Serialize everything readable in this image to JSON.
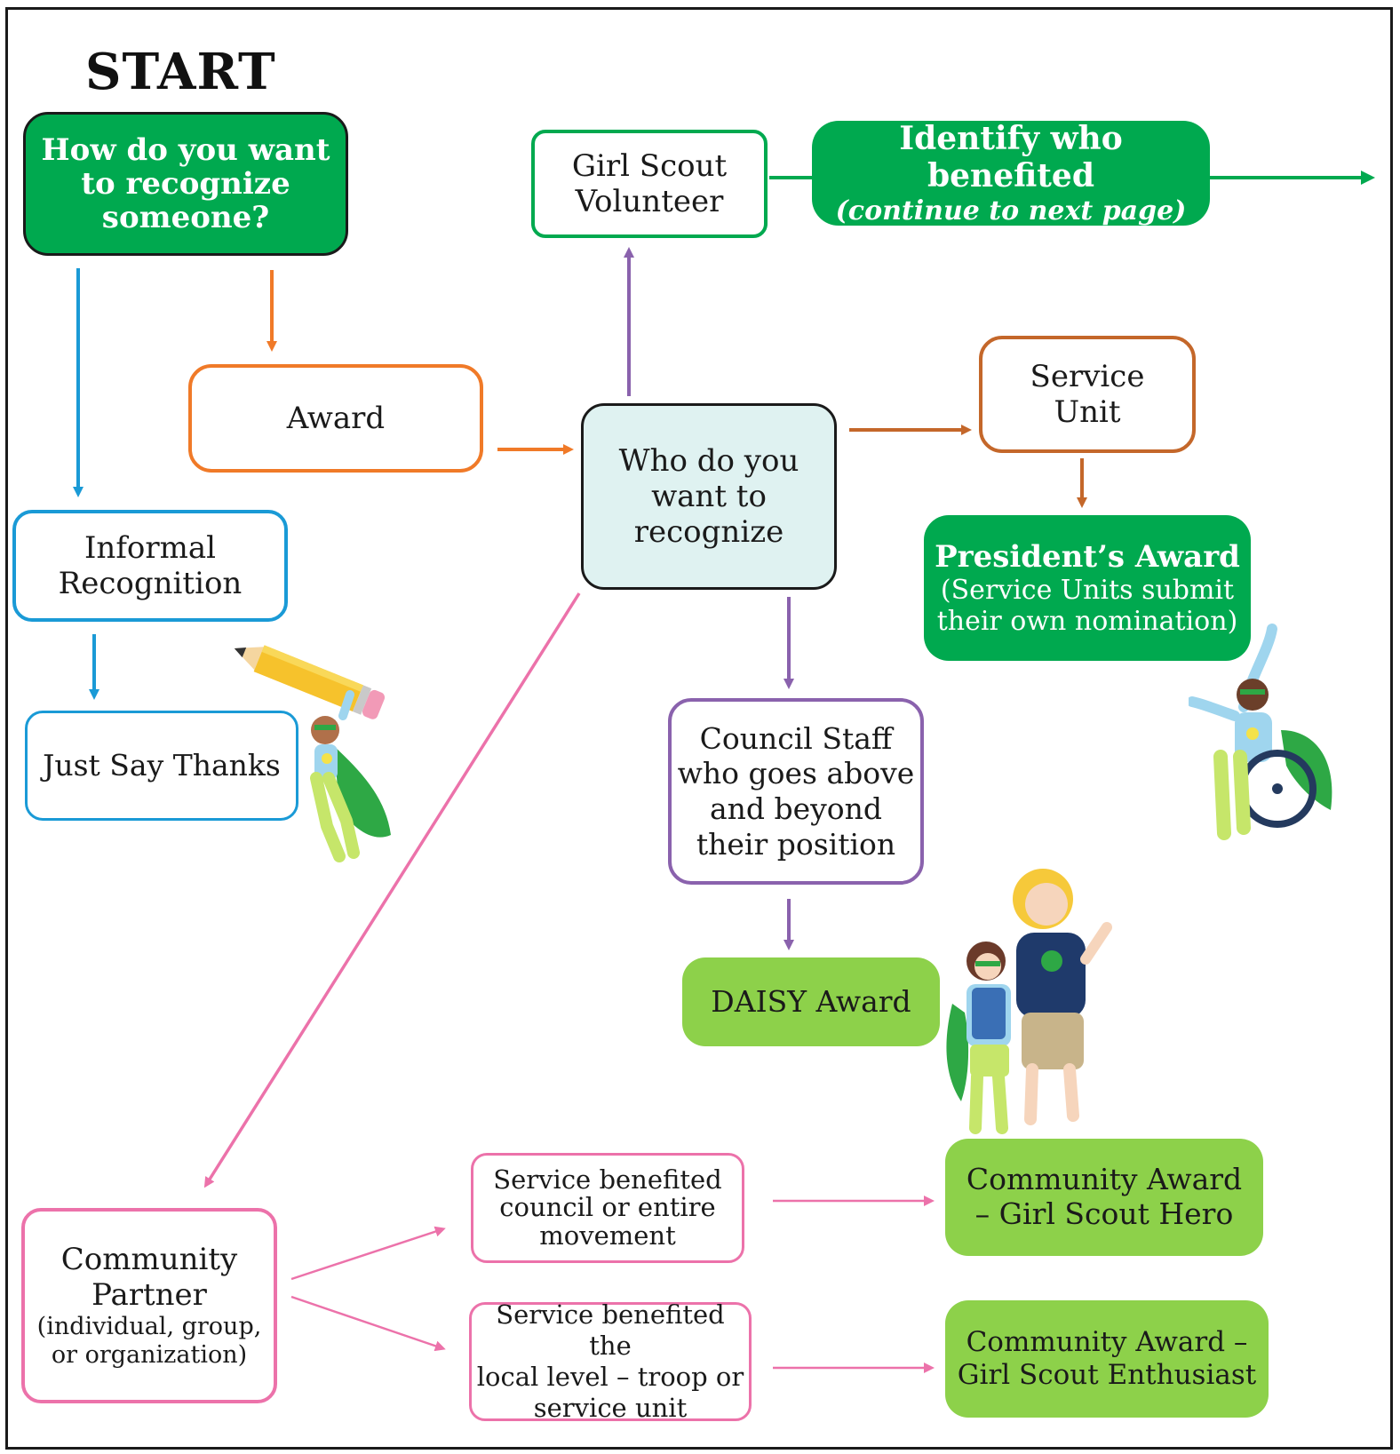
{
  "start": "START",
  "nodes": {
    "how": [
      "How do you want",
      "to recognize",
      "someone?"
    ],
    "award": "Award",
    "informal": [
      "Informal",
      "Recognition"
    ],
    "thanks": "Just Say Thanks",
    "who": [
      "Who do you",
      "want to",
      "recognize"
    ],
    "volunteer": [
      "Girl Scout",
      "Volunteer"
    ],
    "identify": {
      "title": "Identify who benefited",
      "sub": "(continue to next page)"
    },
    "service_unit": [
      "Service",
      "Unit"
    ],
    "presidents": {
      "title": "President’s Award",
      "lines": [
        "(Service Units submit",
        "their own nomination)"
      ]
    },
    "council_staff": [
      "Council Staff",
      "who goes above",
      "and beyond",
      "their position"
    ],
    "daisy": "DAISY Award",
    "partner": {
      "lines": [
        "Community",
        "Partner"
      ],
      "sub": [
        "(individual, group,",
        "or organization)"
      ]
    },
    "svc_council": [
      "Service benefited",
      "council or entire",
      "movement"
    ],
    "svc_local": [
      "Service benefited the",
      "local level – troop or",
      "service unit"
    ],
    "hero": [
      "Community Award",
      "– Girl Scout Hero"
    ],
    "enthusiast": [
      "Community Award –",
      "Girl Scout Enthusiast"
    ]
  },
  "colors": {
    "dark_green": "#00a94f",
    "light_green": "#8dd14a",
    "orange": "#f07a28",
    "blue": "#1a9ad6",
    "purple": "#8a62ad",
    "pink": "#ec72aa",
    "brown": "#c4672a",
    "light_teal": "#dff2f1"
  },
  "illustrations": [
    "pencil-hero",
    "wheelchair-hero",
    "leader-and-girl"
  ]
}
